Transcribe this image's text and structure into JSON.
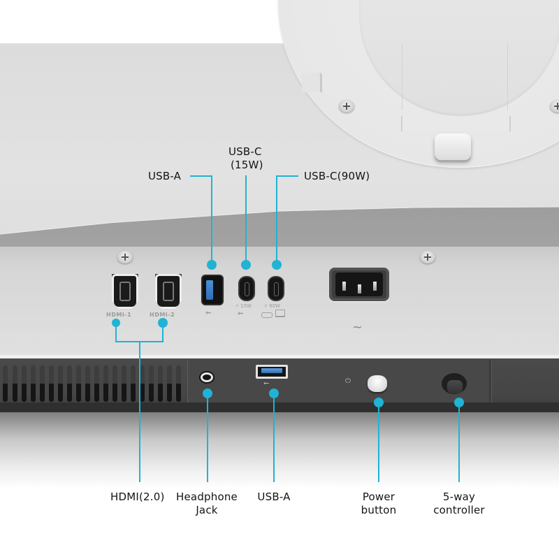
{
  "image": {
    "subject": "Monitor rear I/O panel with labeled ports",
    "accent_color": "#1fb3d4"
  },
  "top_callouts": [
    {
      "id": "usb-a-rear",
      "label": "USB-A"
    },
    {
      "id": "usb-c-15w",
      "label_line1": "USB-C",
      "label_line2": "(15W)"
    },
    {
      "id": "usb-c-90w",
      "label": "USB-C(90W)"
    }
  ],
  "rear_ports": {
    "hdmi1_caption": "HDMI-1",
    "hdmi2_caption": "HDMI-2",
    "usb_a_caption_icon": "usb-icon",
    "usb_c_15w_power": "⚡ 15W",
    "usb_c_15w_icon": "usb-icon",
    "usb_c_90w_power": "⚡ 90W",
    "usb_c_90w_icon": "usb-c-laptop-icon",
    "ac_symbol": "~"
  },
  "front_controls": {
    "usb_symbol": "⭠",
    "power_symbol": "⏻"
  },
  "bottom_callouts": [
    {
      "id": "hdmi",
      "label_line1": "HDMI(2.0)",
      "label_line2": ""
    },
    {
      "id": "headphone",
      "label_line1": "Headphone",
      "label_line2": "Jack"
    },
    {
      "id": "usb-a-front",
      "label_line1": "USB-A",
      "label_line2": ""
    },
    {
      "id": "power",
      "label_line1": "Power",
      "label_line2": "button"
    },
    {
      "id": "controller",
      "label_line1": "5-way",
      "label_line2": "controller"
    }
  ]
}
